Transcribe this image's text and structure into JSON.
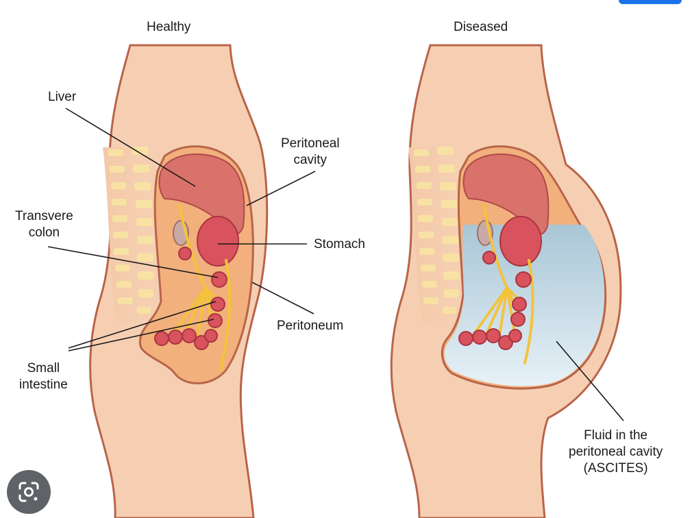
{
  "panels": {
    "healthy": {
      "title": "Healthy"
    },
    "diseased": {
      "title": "Diseased"
    }
  },
  "labels": {
    "liver": [
      "Liver"
    ],
    "peritoneal_cavity": [
      "Peritoneal",
      "cavity"
    ],
    "transverse_colon": [
      "Transvere",
      "colon"
    ],
    "stomach": [
      "Stomach"
    ],
    "peritoneum": [
      "Peritoneum"
    ],
    "small_intestine": [
      "Small",
      "intestine"
    ],
    "fluid": [
      "Fluid in the",
      "peritoneal cavity",
      "(ASCITES)"
    ]
  },
  "icons": {
    "lens": "google-lens-icon"
  },
  "colors": {
    "skin": "#f6cfb2",
    "outline": "#b8644a",
    "spine": "#f7e2a3",
    "liver": "#d9726a",
    "cavity": "#f2b07c",
    "intestine": "#d8535d",
    "mesentery": "#f3c33b",
    "fluid": "#b9d3e1",
    "accent": "#1a73e8",
    "lens_bg": "#5f6368"
  }
}
